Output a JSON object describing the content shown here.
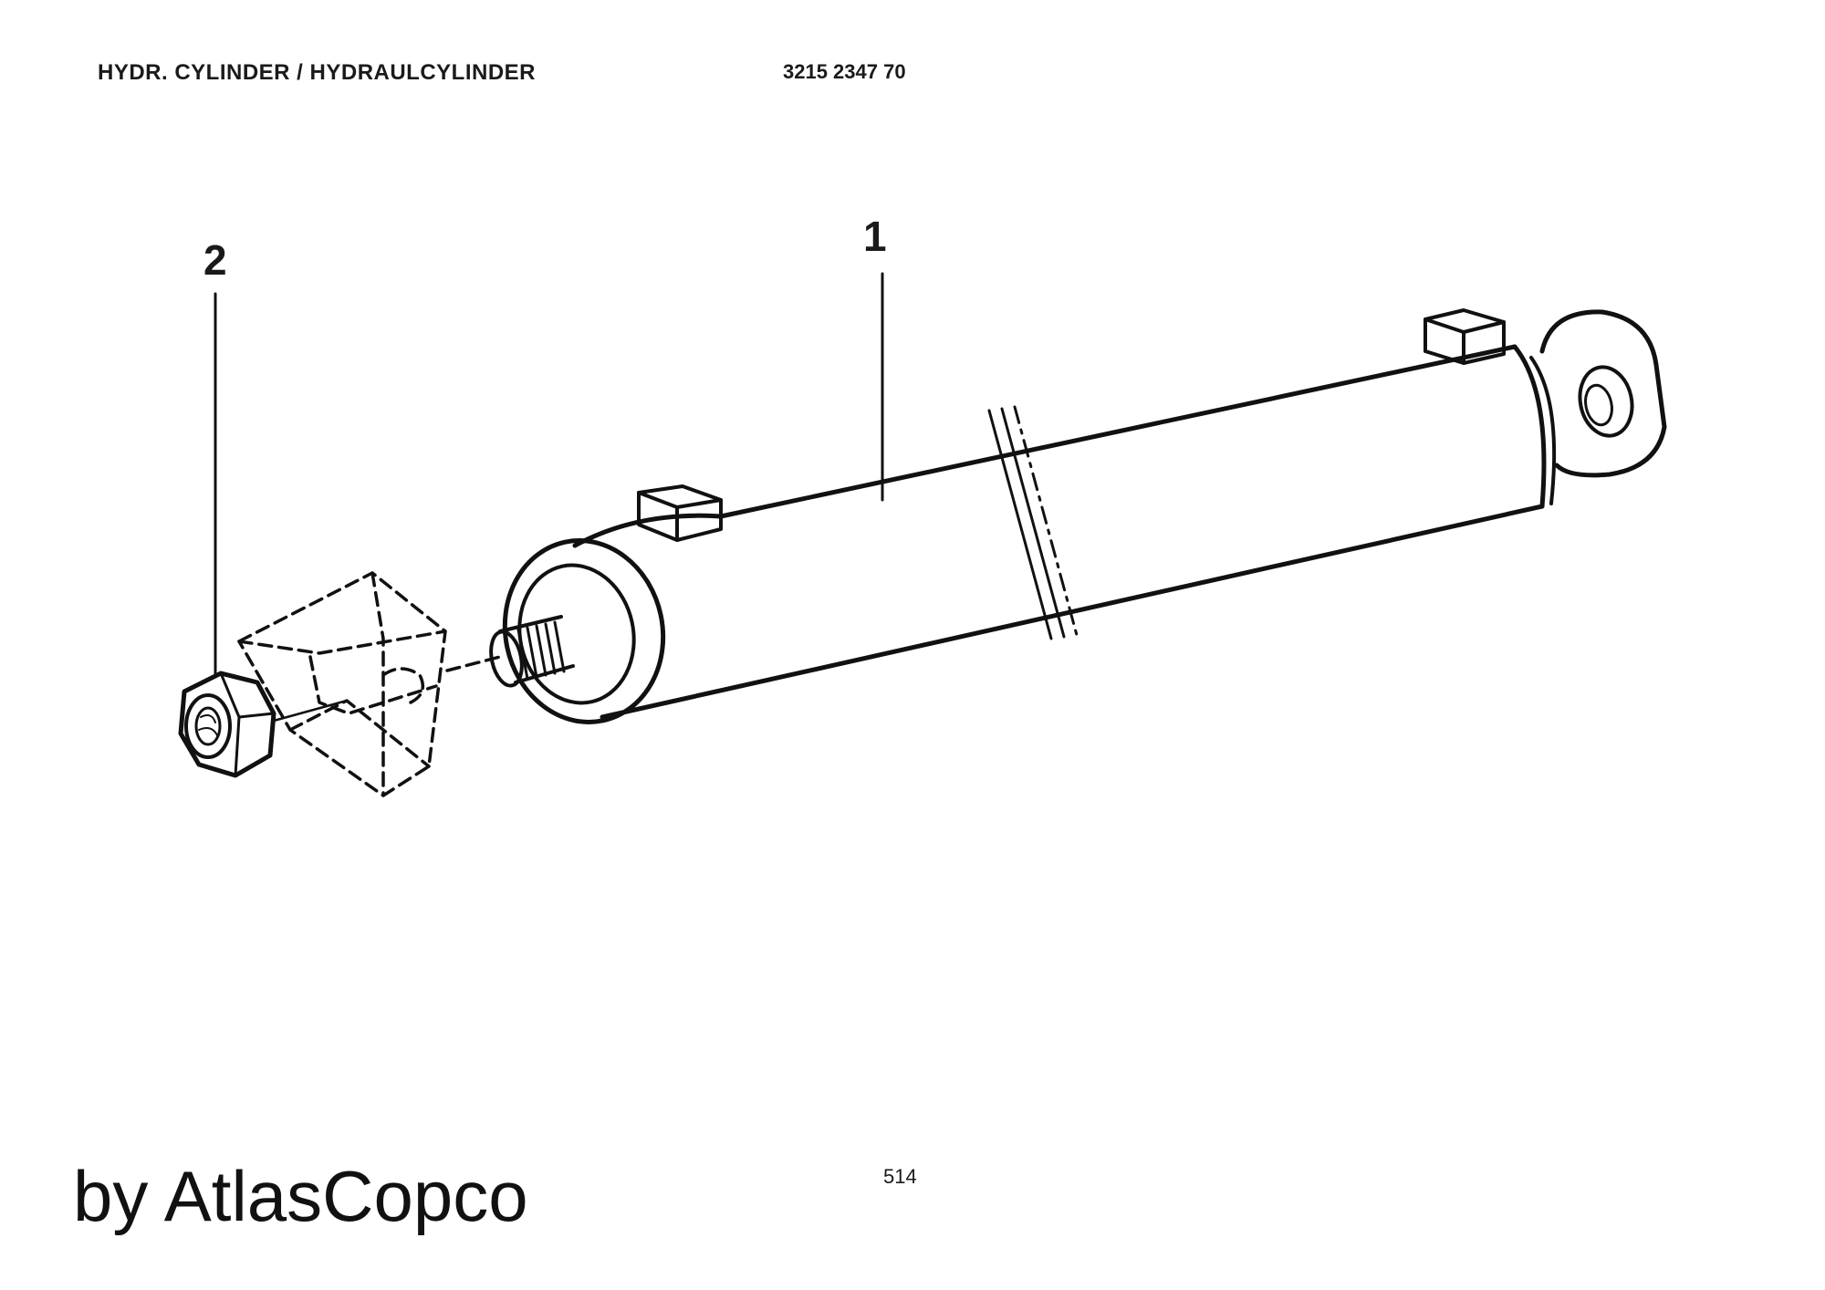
{
  "header": {
    "title": "HYDR. CYLINDER / HYDRAULCYLINDER",
    "part_number": "3215 2347 70"
  },
  "drawing": {
    "callouts": [
      {
        "label": "1",
        "part": "hydraulic-cylinder"
      },
      {
        "label": "2",
        "part": "nut"
      }
    ]
  },
  "footer": {
    "page_number": "514",
    "watermark": "by AtlasCopco"
  }
}
